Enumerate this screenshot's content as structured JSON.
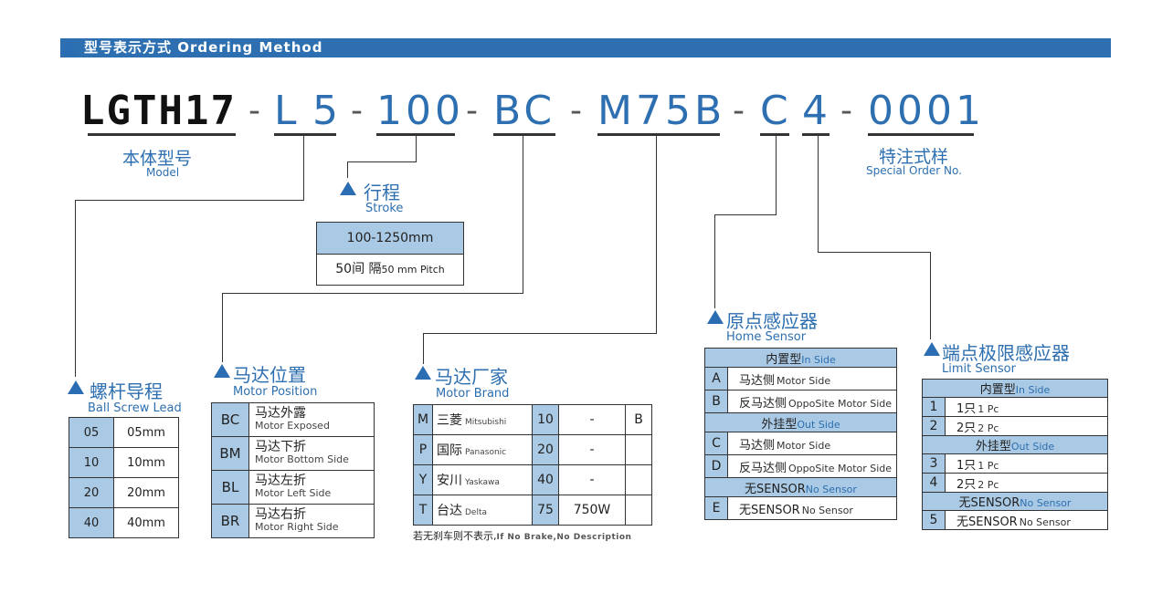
{
  "header": {
    "title": "型号表示方式 Ordering Method"
  },
  "code": {
    "model": "LGTH17",
    "screw": "L",
    "screw_num": "5",
    "stroke": "100",
    "position": "BC",
    "motor": "M75B",
    "home": "C",
    "limit": "4",
    "special": "0001",
    "dash": "-"
  },
  "captions": {
    "model_cn": "本体型号",
    "model_en": "Model",
    "special_cn": "特注式样",
    "special_en": "Special Order No."
  },
  "stroke": {
    "title_cn": "行程",
    "title_en": "Stroke",
    "range": "100-1250mm",
    "pitch_cn": "50间 隔",
    "pitch_en": "50 mm Pitch"
  },
  "lead": {
    "title_cn": "螺杆导程",
    "title_en": "Ball Screw Lead",
    "rows": [
      [
        "05",
        "05mm"
      ],
      [
        "10",
        "10mm"
      ],
      [
        "20",
        "20mm"
      ],
      [
        "40",
        "40mm"
      ]
    ]
  },
  "position": {
    "title_cn": "马达位置",
    "title_en": "Motor Position",
    "rows": [
      [
        "BC",
        "马达外露",
        "Motor Exposed"
      ],
      [
        "BM",
        "马达下折",
        "Motor Bottom Side"
      ],
      [
        "BL",
        "马达左折",
        "Motor Left Side"
      ],
      [
        "BR",
        "马达右折",
        "Motor Right Side"
      ]
    ]
  },
  "brand": {
    "title_cn": "马达厂家",
    "title_en": "Motor Brand",
    "rows": [
      [
        "M",
        "三菱",
        "Mitsubishi",
        "10",
        "-",
        "B"
      ],
      [
        "P",
        "国际",
        "Panasonic",
        "20",
        "-",
        ""
      ],
      [
        "Y",
        "安川",
        "Yaskawa",
        "40",
        "-",
        ""
      ],
      [
        "T",
        "台达",
        "Delta",
        "75",
        "750W",
        ""
      ]
    ],
    "note_cn": "若无刹车则不表示,",
    "note_en": "If No Brake,No Description"
  },
  "home": {
    "title_cn": "原点感应器",
    "title_en": "Home Sensor",
    "in_cn": "内置型",
    "in_en": "In Side",
    "out_cn": "外挂型",
    "out_en": "Out Side",
    "none_cn": "无SENSOR",
    "none_en": "No Sensor",
    "rows_in": [
      [
        "A",
        "马达侧",
        "Motor Side"
      ],
      [
        "B",
        "反马达侧",
        "OppoSite  Motor Side"
      ]
    ],
    "rows_out": [
      [
        "C",
        "马达侧",
        "Motor Side"
      ],
      [
        "D",
        "反马达侧",
        "OppoSite Motor Side"
      ]
    ],
    "row_none": [
      "E",
      "无SENSOR",
      "No Sensor"
    ]
  },
  "limit": {
    "title_cn": "端点极限感应器",
    "title_en": "Limit Sensor",
    "in_cn": "内置型",
    "in_en": "In Side",
    "out_cn": "外挂型",
    "out_en": "Out Side",
    "none_cn": "无SENSOR",
    "none_en": "No Sensor",
    "rows_in": [
      [
        "1",
        "1只",
        "1 Pc"
      ],
      [
        "2",
        "2只",
        "2 Pc"
      ]
    ],
    "rows_out": [
      [
        "3",
        "1只",
        "1 Pc"
      ],
      [
        "4",
        "2只",
        "2 Pc"
      ]
    ],
    "row_none": [
      "5",
      "无SENSOR",
      "No Sensor"
    ]
  }
}
